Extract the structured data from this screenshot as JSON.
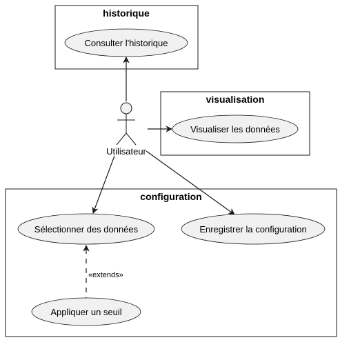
{
  "packages": {
    "historique": {
      "title": "historique"
    },
    "visualisation": {
      "title": "visualisation"
    },
    "configuration": {
      "title": "configuration"
    }
  },
  "use_cases": {
    "consulter": "Consulter l'historique",
    "visualiser": "Visualiser les données",
    "selectionner": "Sélectionner des données",
    "enregistrer": "Enregistrer la configuration",
    "appliquer": "Appliquer un seuil"
  },
  "actor": {
    "name": "Utilisateur"
  },
  "relations": [
    {
      "from": "Utilisateur",
      "to": "Consulter l'historique",
      "kind": "association"
    },
    {
      "from": "Utilisateur",
      "to": "Visualiser les données",
      "kind": "association"
    },
    {
      "from": "Utilisateur",
      "to": "Sélectionner des données",
      "kind": "association"
    },
    {
      "from": "Utilisateur",
      "to": "Enregistrer la configuration",
      "kind": "association"
    },
    {
      "from": "Appliquer un seuil",
      "to": "Sélectionner des données",
      "kind": "extends",
      "label": "«extends»"
    }
  ],
  "colors": {
    "fill": "#f1f1f1",
    "stroke": "#181818",
    "background": "#ffffff"
  }
}
